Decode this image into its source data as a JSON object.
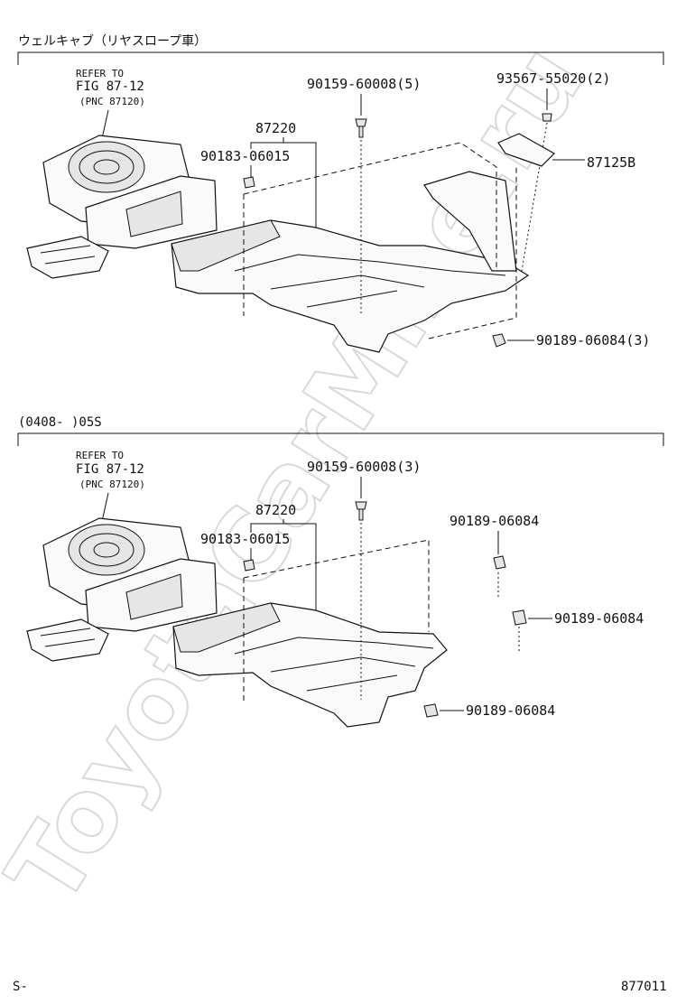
{
  "watermark": "ToyotaCarMine.ru",
  "sections": [
    {
      "header": "ウェルキャブ（リヤスロープ車）",
      "refer": [
        "REFER TO",
        "FIG 87-12",
        "(PNC 87120)"
      ],
      "main_part": "87220",
      "labels": {
        "clip": "90183-06015",
        "screw": "90159-60008(5)",
        "screw2": "93567-55020(2)",
        "plate": "87125B",
        "nut": "90189-06084(3)"
      }
    },
    {
      "header": "(0408-    )05S",
      "refer": [
        "REFER TO",
        "FIG 87-12",
        "(PNC 87120)"
      ],
      "main_part": "87220",
      "labels": {
        "clip": "90183-06015",
        "screw": "90159-60008(3)",
        "nut_a": "90189-06084",
        "nut_b": "90189-06084",
        "nut_c": "90189-06084"
      }
    }
  ],
  "footer": {
    "left": "S-",
    "right": "877011"
  }
}
